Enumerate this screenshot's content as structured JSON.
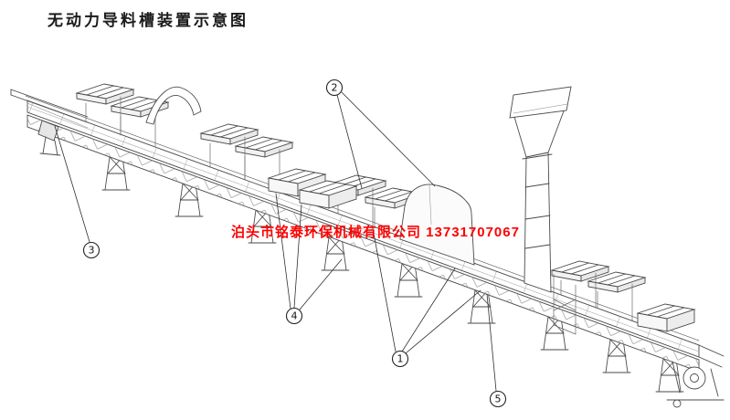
{
  "title": "无动力导料槽装置示意图",
  "watermark": {
    "text": "泊头市铭泰环保机械有限公司 13731707067",
    "color": "#ff0000"
  },
  "callouts": [
    {
      "num": "1"
    },
    {
      "num": "2"
    },
    {
      "num": "3"
    },
    {
      "num": "4"
    },
    {
      "num": "5"
    }
  ],
  "colors": {
    "line": "#4a4a4a",
    "watermark": "#ff0000",
    "background": "#ffffff"
  }
}
